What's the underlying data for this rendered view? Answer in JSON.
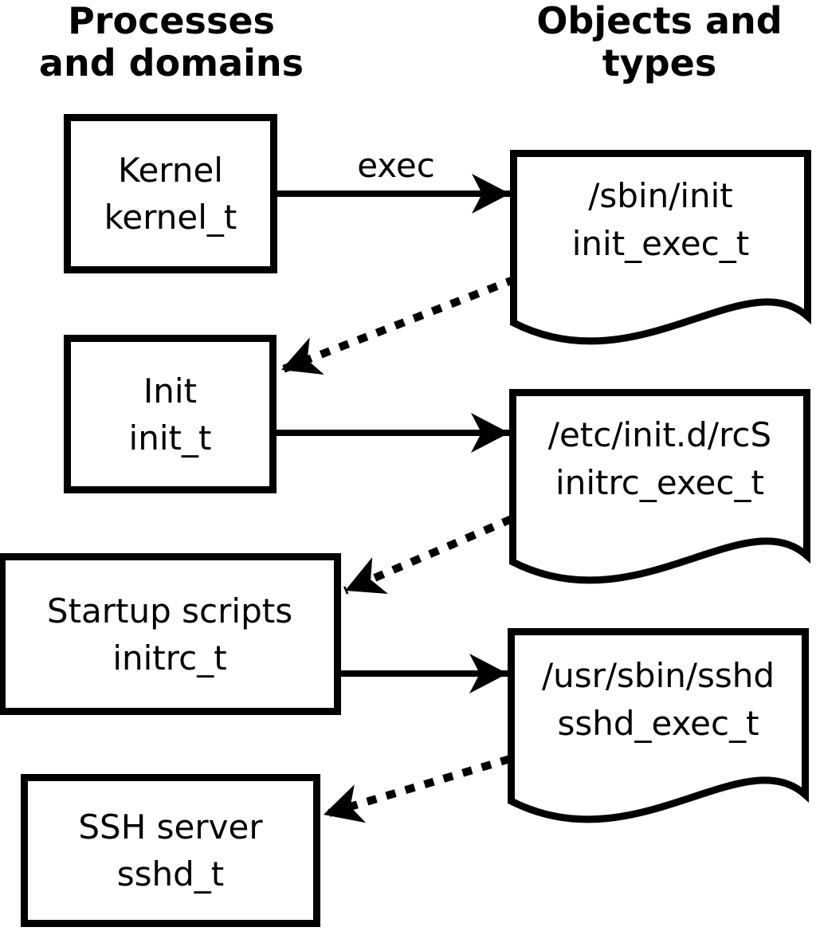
{
  "headings": {
    "left": [
      "Processes",
      "and domains"
    ],
    "right": [
      "Objects and",
      "types"
    ]
  },
  "process_boxes": [
    {
      "name": "Kernel",
      "domain": "kernel_t"
    },
    {
      "name": "Init",
      "domain": "init_t"
    },
    {
      "name": "Startup scripts",
      "domain": "initrc_t"
    },
    {
      "name": "SSH server",
      "domain": "sshd_t"
    }
  ],
  "object_docs": [
    {
      "path": "/sbin/init",
      "type": "init_exec_t"
    },
    {
      "path": "/etc/init.d/rcS",
      "type": "initrc_exec_t"
    },
    {
      "path": "/usr/sbin/sshd",
      "type": "sshd_exec_t"
    }
  ],
  "arrows": {
    "exec_label": "exec",
    "solid": [
      {
        "from": "Kernel (kernel_t)",
        "to": "/sbin/init (init_exec_t)",
        "label": "exec"
      },
      {
        "from": "Init (init_t)",
        "to": "/etc/init.d/rcS (initrc_exec_t)",
        "label": ""
      },
      {
        "from": "Startup scripts (initrc_t)",
        "to": "/usr/sbin/sshd (sshd_exec_t)",
        "label": ""
      }
    ],
    "dotted": [
      {
        "from": "/sbin/init (init_exec_t)",
        "to": "Init (init_t)"
      },
      {
        "from": "/etc/init.d/rcS (initrc_exec_t)",
        "to": "Startup scripts (initrc_t)"
      },
      {
        "from": "/usr/sbin/sshd (sshd_exec_t)",
        "to": "SSH server (sshd_t)"
      }
    ]
  },
  "colors": {
    "stroke": "#000000",
    "background": "#ffffff"
  }
}
